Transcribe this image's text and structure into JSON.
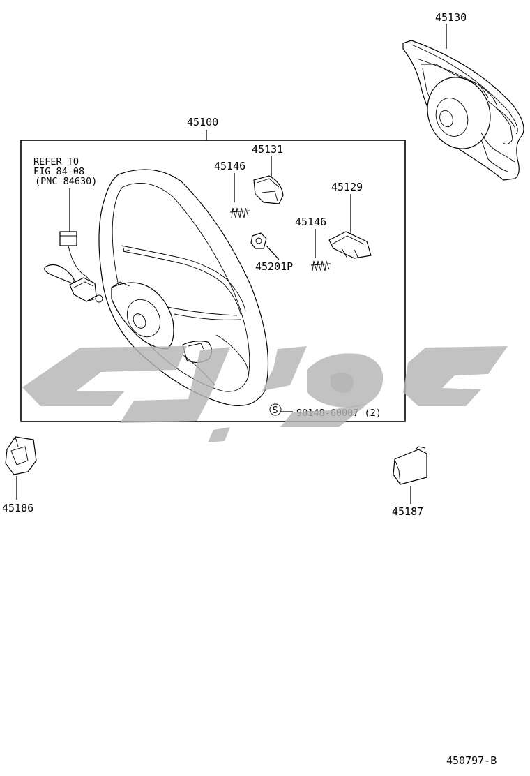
{
  "labels": {
    "p45130": "45130",
    "p45100": "45100",
    "p45131": "45131",
    "p45146a": "45146",
    "p45129": "45129",
    "p45146b": "45146",
    "p45201p": "45201P",
    "bolt": "90148-60007 (2)",
    "bolt_symbol": "S",
    "p45186": "45186",
    "p45187": "45187",
    "figure_id": "450797-B"
  },
  "refer_note": {
    "line1": "REFER TO",
    "line2": "FIG 84-08",
    "line3": "(PNC 84630)"
  },
  "watermark": {
    "color": "#b5b5b5"
  }
}
